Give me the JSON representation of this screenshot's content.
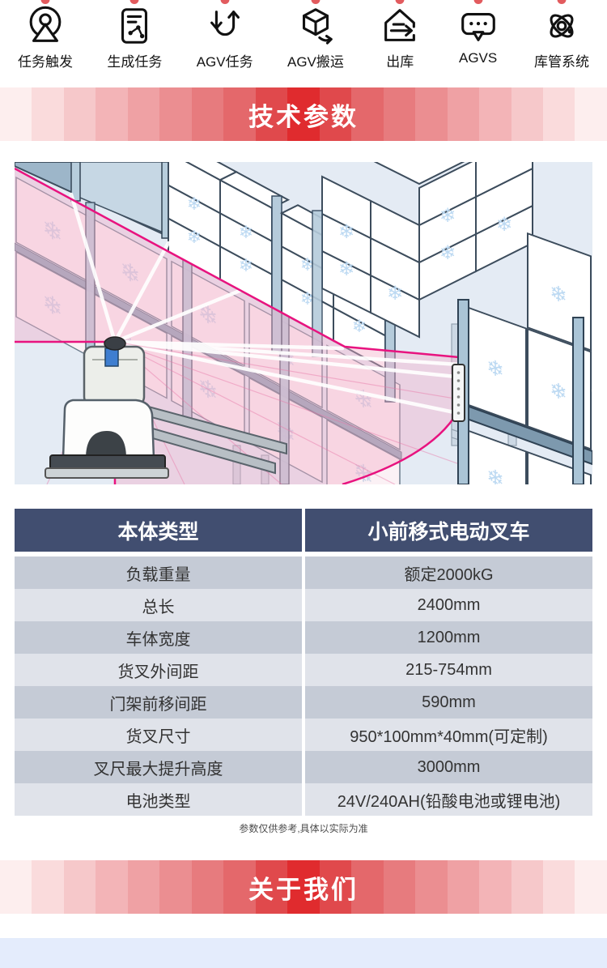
{
  "icon_nav": {
    "items": [
      {
        "label": "任务触发",
        "icon": "task-trigger-icon"
      },
      {
        "label": "生成任务",
        "icon": "generate-task-icon"
      },
      {
        "label": "AGV任务",
        "icon": "agv-task-icon"
      },
      {
        "label": "AGV搬运",
        "icon": "agv-carry-icon"
      },
      {
        "label": "出库",
        "icon": "outbound-icon"
      },
      {
        "label": "AGVS",
        "icon": "agvs-icon"
      },
      {
        "label": "库管系统",
        "icon": "warehouse-system-icon"
      }
    ]
  },
  "banners": {
    "tech_params": "技术参数",
    "about_us": "关于我们"
  },
  "spec_table": {
    "header": {
      "col1": "本体类型",
      "col2": "小前移式电动叉车"
    },
    "rows": [
      {
        "label": "负载重量",
        "value": "额定2000kG"
      },
      {
        "label": "总长",
        "value": "2400mm"
      },
      {
        "label": "车体宽度",
        "value": "1200mm"
      },
      {
        "label": "货叉外间距",
        "value": "215-754mm"
      },
      {
        "label": "门架前移间距",
        "value": "590mm"
      },
      {
        "label": "货叉尺寸",
        "value": "950*100mm*40mm(可定制)"
      },
      {
        "label": "叉尺最大提升高度",
        "value": "3000mm"
      },
      {
        "label": "电池类型",
        "value": "24V/240AH(铅酸电池或锂电池)"
      }
    ]
  },
  "note": "参数仅供参考,具体以实际为准",
  "colors": {
    "accent_red": "#e02f33",
    "nav_dot": "#e25b5e",
    "table_header_bg": "#414e70",
    "table_row_dark": "#c5cbd6",
    "table_row_light": "#e0e3ea",
    "laser_magenta": "#e8137f",
    "laser_fill": "#f2aec8",
    "bottom_box_bg": "#e4ecfc",
    "banner_stripes": [
      "#fdeeee",
      "#fadbdc",
      "#f6c8ca",
      "#f3b4b7",
      "#efa1a4",
      "#eb8e91",
      "#e77b7e",
      "#e4686b",
      "#e0494c",
      "#e02b2e",
      "#e0494c",
      "#e4686b",
      "#e77b7e",
      "#eb8e91",
      "#efa1a4",
      "#f3b4b7",
      "#f6c8ca",
      "#fadbdc",
      "#fdeeee"
    ]
  }
}
